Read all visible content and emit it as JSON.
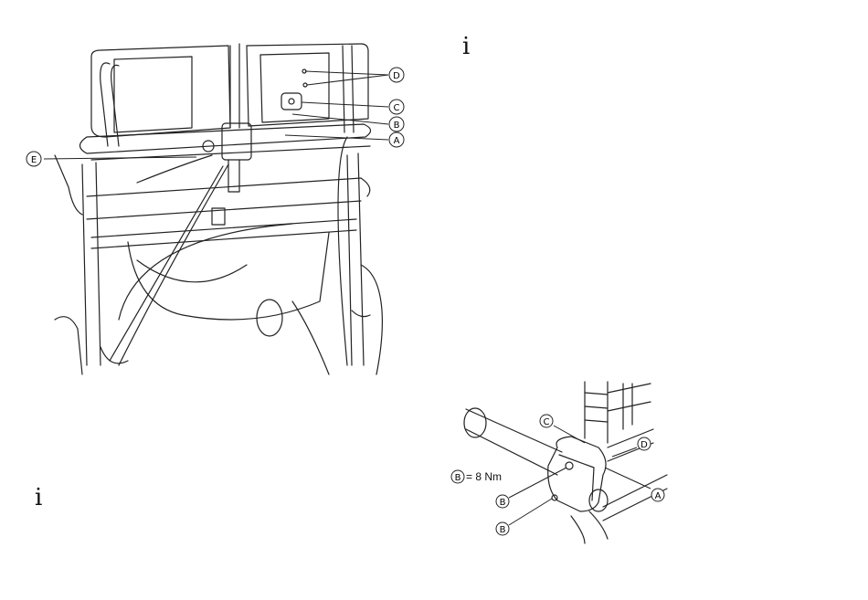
{
  "info_symbol": "i",
  "figure1": {
    "labels": {
      "A": "A",
      "B": "B",
      "C": "C",
      "D": "D",
      "E": "E"
    }
  },
  "figure2": {
    "labels": {
      "A": "A",
      "B": "B",
      "C": "C",
      "D": "D"
    },
    "torque_label": "B",
    "torque_value": "= 8 Nm"
  },
  "colors": {
    "line": "#222222",
    "paper": "#ffffff"
  }
}
